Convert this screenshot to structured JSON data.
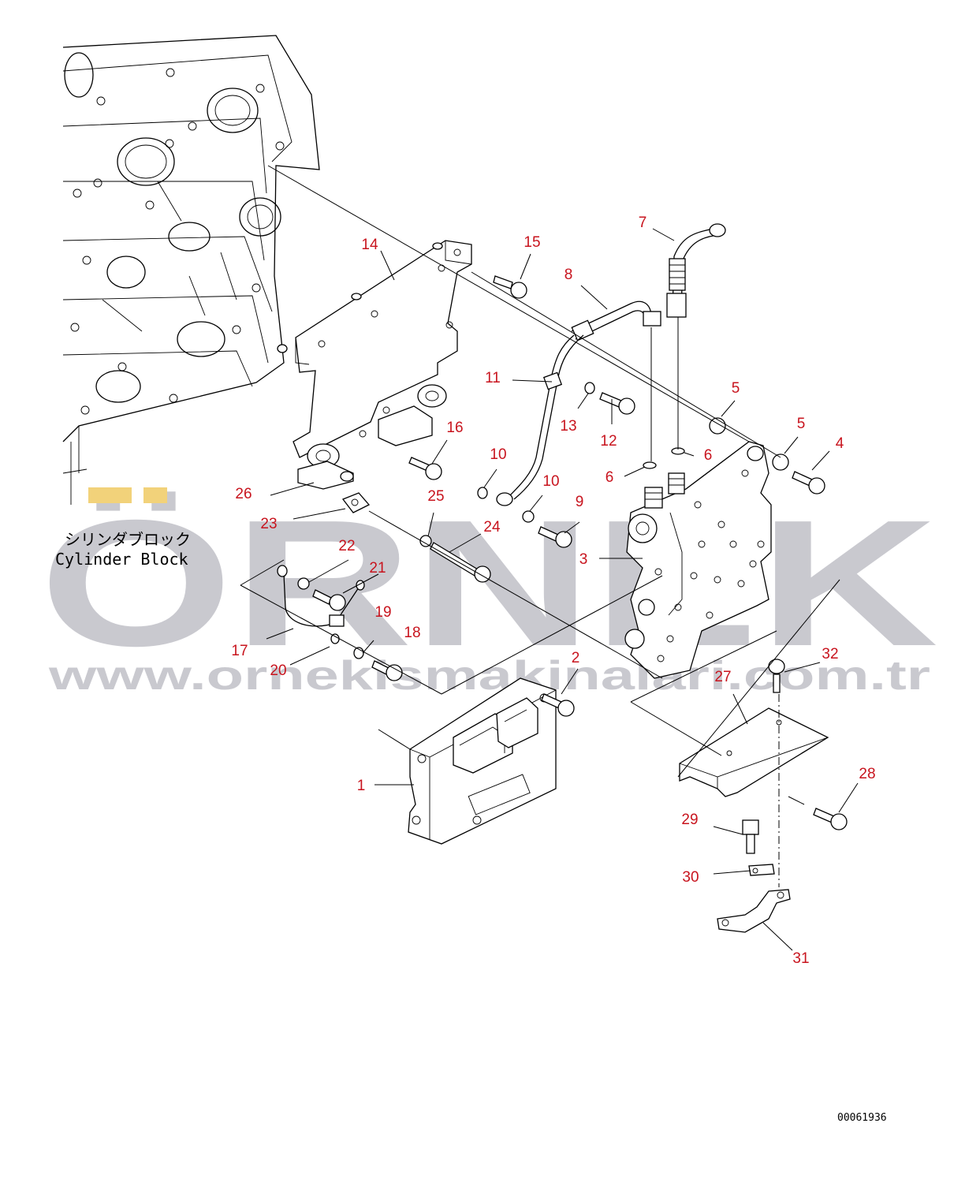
{
  "colors": {
    "callout": "#c8141e",
    "watermark": "#c9c9cf",
    "watermark_accent": "#f2d27a",
    "ink": "#000000"
  },
  "watermark": {
    "brand": "ÖRNEK",
    "url": "www.ornekismakinalari.com.tr"
  },
  "block_label": {
    "jp": "シリンダブロック",
    "en": "Cylinder Block"
  },
  "drawing_number": "00061936",
  "callouts": [
    {
      "id": "c1",
      "text": "1"
    },
    {
      "id": "c2",
      "text": "2"
    },
    {
      "id": "c3",
      "text": "3"
    },
    {
      "id": "c4",
      "text": "4"
    },
    {
      "id": "c5a",
      "text": "5"
    },
    {
      "id": "c5b",
      "text": "5"
    },
    {
      "id": "c6a",
      "text": "6"
    },
    {
      "id": "c6b",
      "text": "6"
    },
    {
      "id": "c7",
      "text": "7"
    },
    {
      "id": "c8",
      "text": "8"
    },
    {
      "id": "c9",
      "text": "9"
    },
    {
      "id": "c10a",
      "text": "10"
    },
    {
      "id": "c10b",
      "text": "10"
    },
    {
      "id": "c11",
      "text": "11"
    },
    {
      "id": "c12",
      "text": "12"
    },
    {
      "id": "c13",
      "text": "13"
    },
    {
      "id": "c14",
      "text": "14"
    },
    {
      "id": "c15",
      "text": "15"
    },
    {
      "id": "c16",
      "text": "16"
    },
    {
      "id": "c17",
      "text": "17"
    },
    {
      "id": "c18",
      "text": "18"
    },
    {
      "id": "c19",
      "text": "19"
    },
    {
      "id": "c20",
      "text": "20"
    },
    {
      "id": "c21",
      "text": "21"
    },
    {
      "id": "c22",
      "text": "22"
    },
    {
      "id": "c23",
      "text": "23"
    },
    {
      "id": "c24",
      "text": "24"
    },
    {
      "id": "c25",
      "text": "25"
    },
    {
      "id": "c26",
      "text": "26"
    },
    {
      "id": "c27",
      "text": "27"
    },
    {
      "id": "c28",
      "text": "28"
    },
    {
      "id": "c29",
      "text": "29"
    },
    {
      "id": "c30",
      "text": "30"
    },
    {
      "id": "c31",
      "text": "31"
    },
    {
      "id": "c32",
      "text": "32"
    }
  ]
}
